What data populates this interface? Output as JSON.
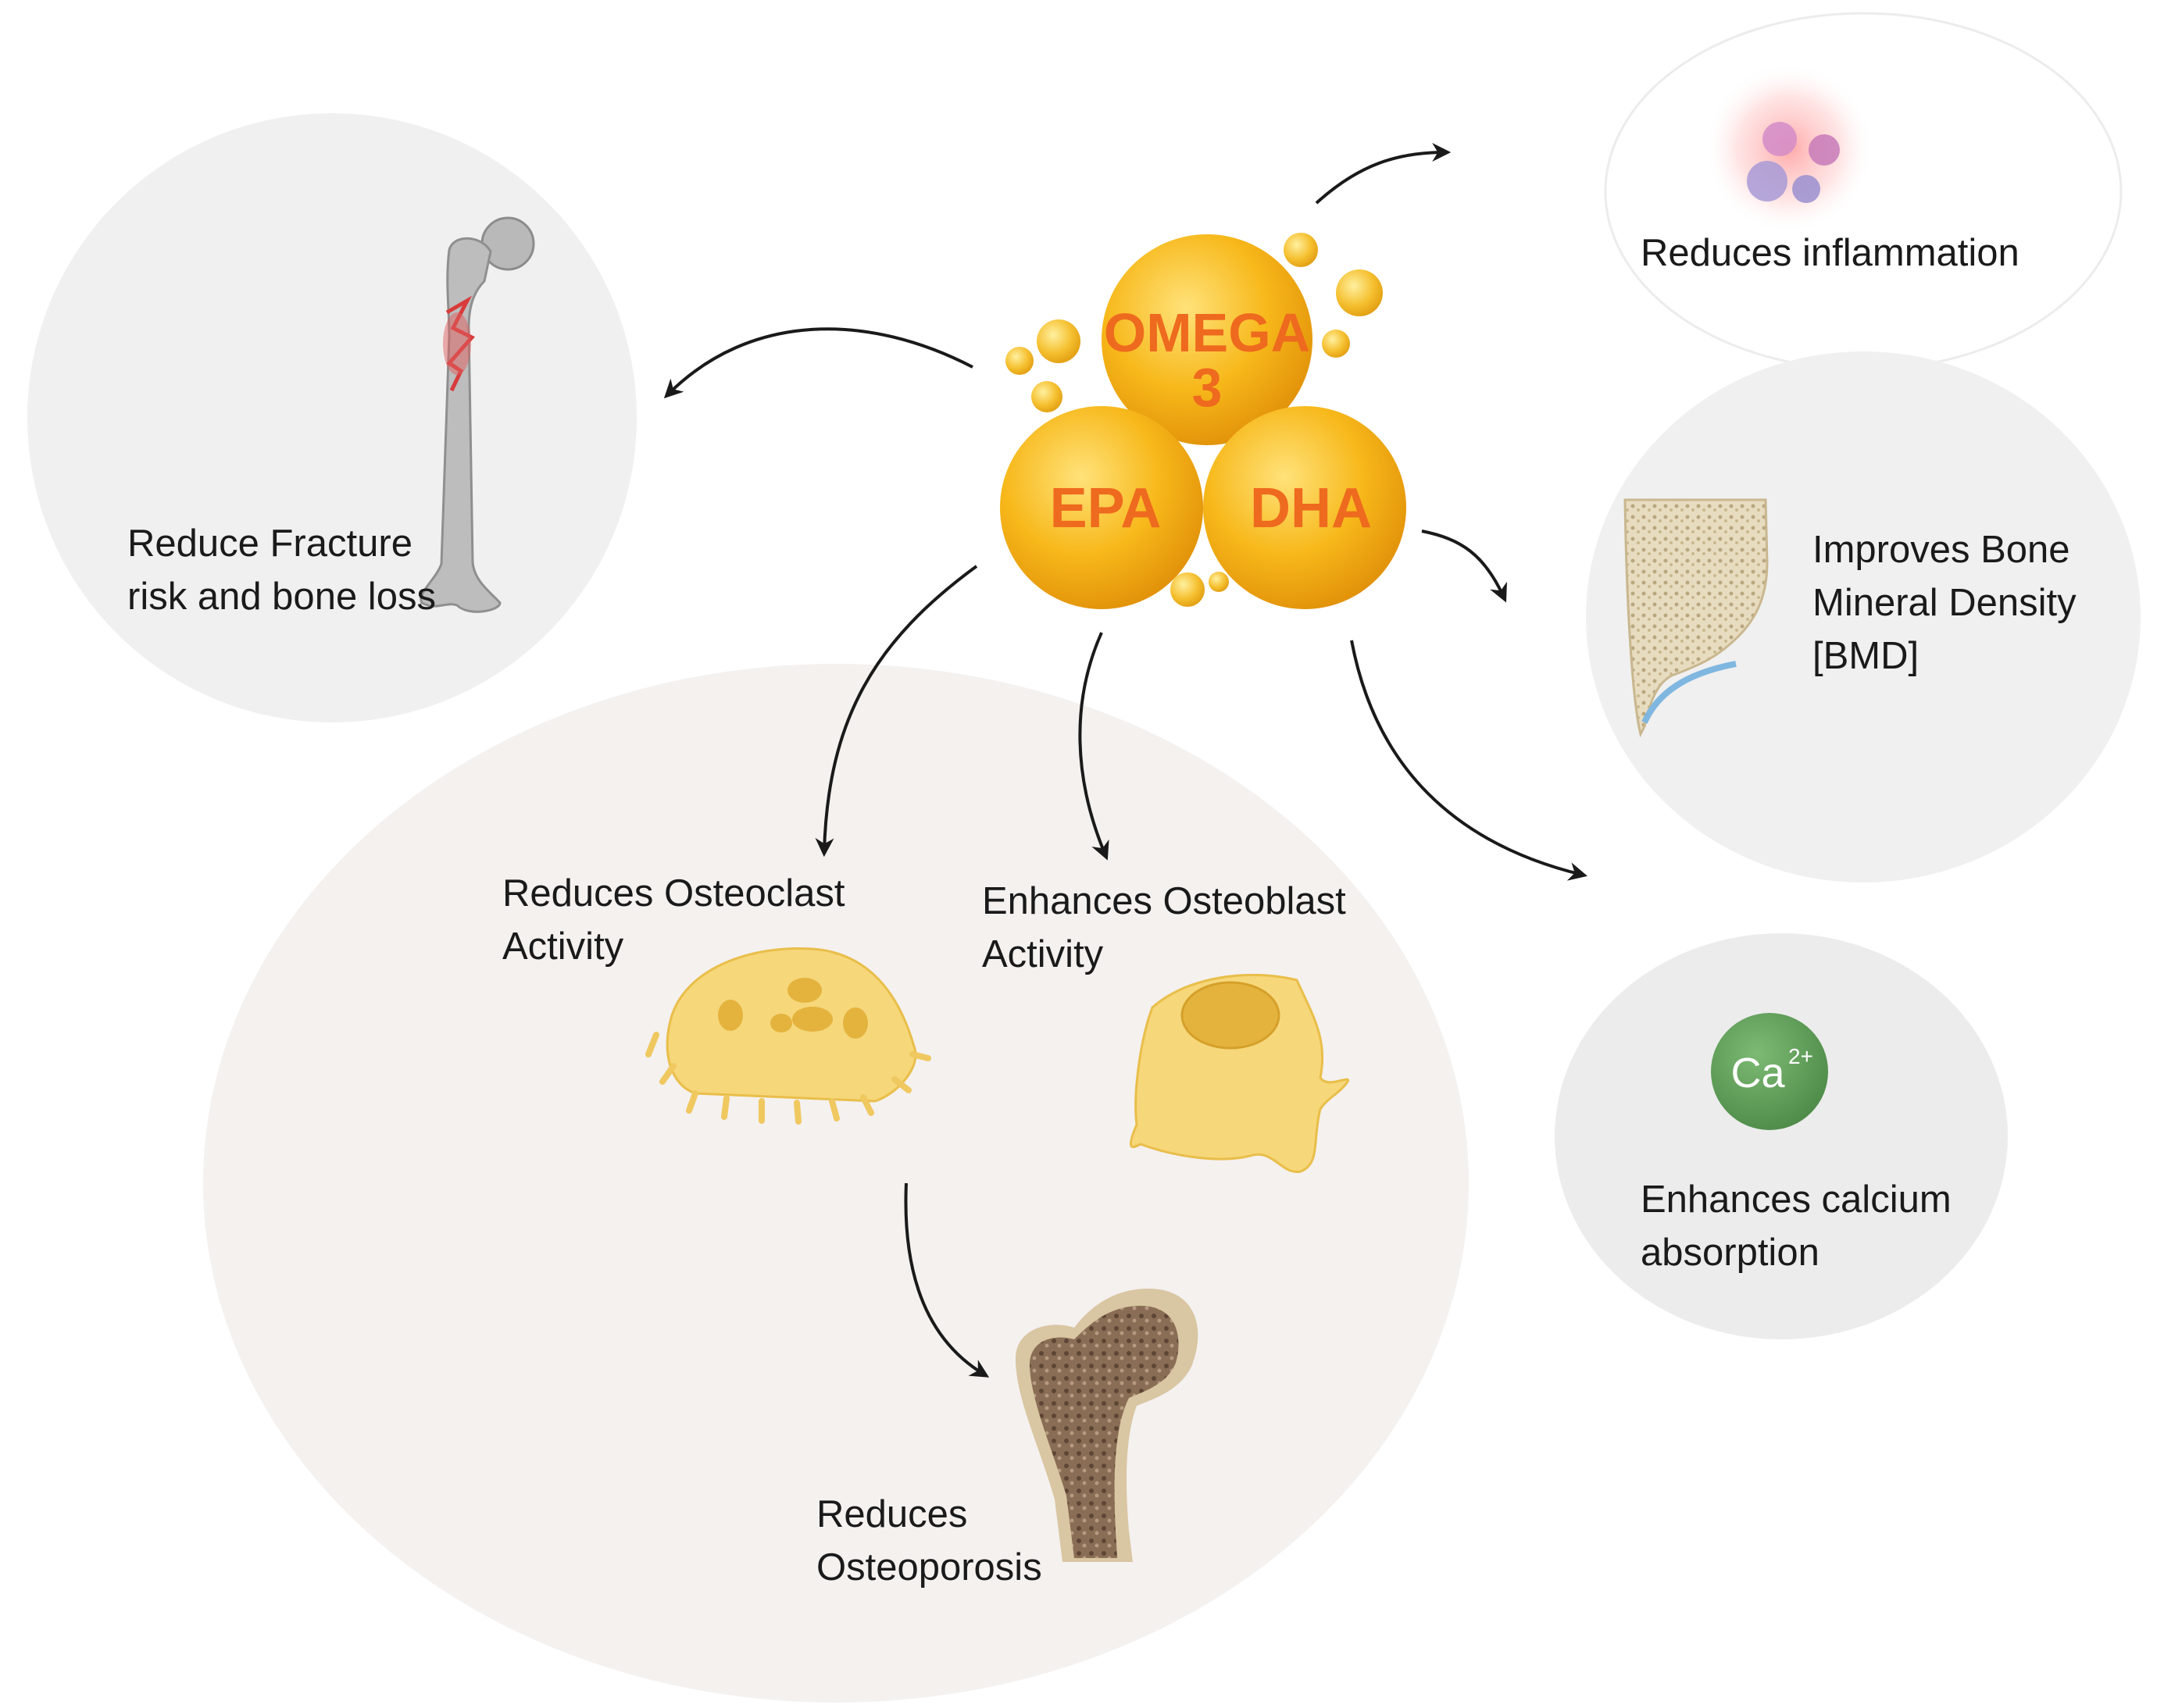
{
  "center": {
    "omega_line1": "OMEGA",
    "omega_line2": "3",
    "epa": "EPA",
    "dha": "DHA",
    "droplet_color": "#f5b316",
    "text_color": "#ee6a1e"
  },
  "effects": {
    "fracture": {
      "line1": "Reduce Fracture",
      "line2": "risk and bone loss"
    },
    "inflammation": {
      "line1": "Reduces inflammation"
    },
    "bmd": {
      "line1": "Improves Bone",
      "line2": "Mineral Density",
      "line3": "[BMD]"
    },
    "calcium": {
      "line1": "Enhances calcium",
      "line2": "absorption",
      "badge": "Ca",
      "badge_sup": "2+"
    },
    "osteoclast": {
      "line1": "Reduces Osteoclast",
      "line2": "Activity"
    },
    "osteoblast": {
      "line1": "Enhances Osteoblast",
      "line2": "Activity"
    },
    "osteoporosis": {
      "line1": "Reduces",
      "line2": "Osteoporosis"
    }
  },
  "colors": {
    "panel_grey": "#f0f0f0",
    "panel_beige": "#f4f1ef",
    "arrow": "#1a1a1a",
    "cell_yellow": "#f6d77a",
    "calcium_green": "#5fa05a"
  },
  "icons": [
    "femur-fracture-icon",
    "inflammation-cells-icon",
    "bone-section-icon",
    "calcium-badge-icon",
    "osteoclast-cell-icon",
    "osteoblast-cell-icon",
    "osteoporotic-bone-icon"
  ]
}
